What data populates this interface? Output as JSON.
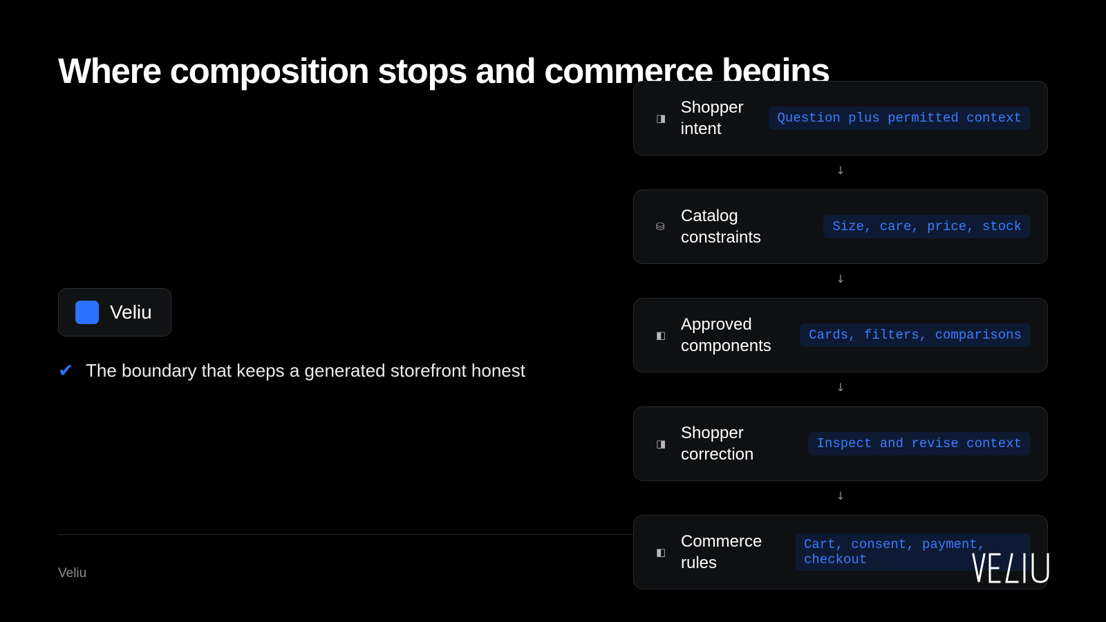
{
  "slide": {
    "title": "Where composition stops and commerce begins",
    "brand_chip": {
      "name": "Veliu",
      "accent": "#2a72ff"
    },
    "claim": {
      "icon": "check-icon",
      "text": "The boundary that keeps a generated storefront honest"
    },
    "footer_label": "Veliu",
    "logo_text": "VELIU"
  },
  "flow": {
    "steps": [
      {
        "label": "Shopper intent",
        "icon": "panel-icon",
        "tag": "Question plus permitted context"
      },
      {
        "label": "Catalog constraints",
        "icon": "database-icon",
        "tag": "Size, care, price, stock"
      },
      {
        "label": "Approved components",
        "icon": "panel-icon",
        "tag": "Cards, filters, comparisons"
      },
      {
        "label": "Shopper correction",
        "icon": "panel-icon",
        "tag": "Inspect and revise context"
      },
      {
        "label": "Commerce rules",
        "icon": "panel-icon",
        "tag": "Cart, consent, payment, checkout"
      }
    ],
    "connector_icon": "arrow-down-icon"
  }
}
